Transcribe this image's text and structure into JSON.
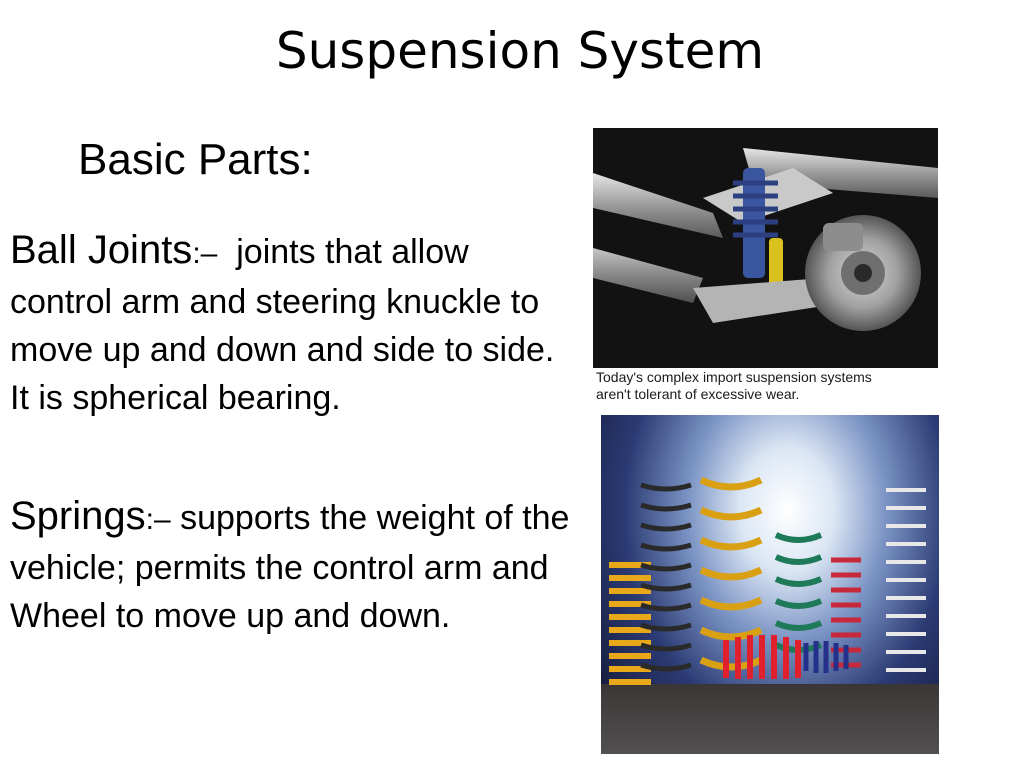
{
  "slide": {
    "title": "Suspension System",
    "subheading": "Basic Parts:",
    "ball_joints": {
      "term": "Ball Joints",
      "separator": ":–",
      "text": "  joints that allow control arm and steering knuckle to move up and down and side to side.",
      "note": "It is spherical bearing."
    },
    "springs": {
      "term": "Springs",
      "separator": ":–",
      "text": " supports the weight of the vehicle; permits the control arm and Wheel to move up and down."
    },
    "image1": {
      "icon": "suspension-assembly-photo",
      "caption_line1": "Today's complex import suspension systems",
      "caption_line2": "aren't tolerant of excessive wear."
    },
    "image2": {
      "icon": "coil-springs-photo"
    }
  },
  "colors": {
    "background": "#ffffff",
    "text": "#000000",
    "spring_yellow": "#e8a81a",
    "spring_red": "#d61a2a",
    "spring_green": "#1f7a5a",
    "spring_blue": "#25308a"
  }
}
